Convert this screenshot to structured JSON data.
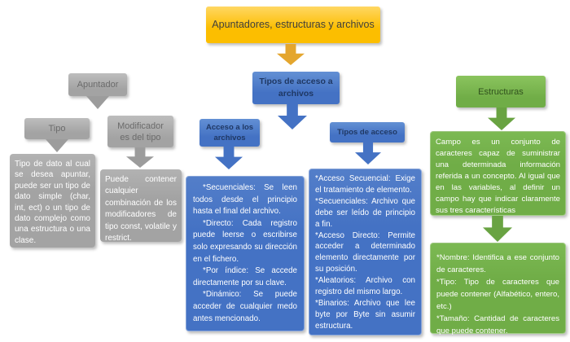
{
  "colors": {
    "background": "#ffffff",
    "yellow": "#fcbe00",
    "yellow_light": "#ffd763",
    "yellow_arrow": "#e4a62e",
    "yellow_title_text": "#403f3b",
    "gray": "#a3a3a3",
    "gray_light": "#bdbdbd",
    "gray_arrow": "#9c9c9c",
    "gray_header_text": "#6b6b6b",
    "blue": "#4472c4",
    "blue_light": "#6390d4",
    "blue_arrow": "#4472c4",
    "blue_header_text": "#1f3864",
    "green": "#70ad47",
    "green_light": "#8bc45e",
    "green_arrow": "#69a342",
    "green_header_text": "#30511d",
    "body_text": "#ffffff"
  },
  "title": {
    "label": "Apuntadores, estructuras y archivos"
  },
  "apuntador": {
    "header": "Apuntador",
    "tipo": {
      "header": "Tipo",
      "body": "Tipo de dato al cual se desea apuntar, puede ser un tipo de dato simple (char, int, ect) o un tipo de dato complejo como una estructura o una clase."
    },
    "modificadores": {
      "header_line1": "Modificador",
      "header_line2": "es del tipo",
      "body": "Puede contener cualquier combinación de los modificadores de tipo const, volatile y restrict."
    }
  },
  "archivos": {
    "header": "Tipos de acceso a archivos",
    "acceso": {
      "header": "Acceso a los archivos",
      "paragraphs": [
        "*Secuenciales: Se leen todos desde el principio hasta el final del archivo.",
        "*Directo: Cada registro puede leerse o escribirse solo expresando su dirección en el fichero.",
        "*Por índice: Se accede directamente por su clave.",
        "*Dinámico: Se puede acceder de cualquier medo antes mencionado."
      ]
    },
    "tipos": {
      "header": "Tipos de acceso",
      "paragraphs": [
        "*Acceso Secuencial: Exige el tratamiento de elemento.",
        "*Secuenciales: Archivo que debe ser leído de principio a fin.",
        "*Acceso Directo: Permite acceder a determinado elemento directamente por su posición.",
        "*Aleatorios: Archivo con registro del mismo largo.",
        "*Binarios: Archivo que lee byte por Byte sin asumir estructura."
      ]
    }
  },
  "estructuras": {
    "header": "Estructuras",
    "campo_body": "Campo es un conjunto de caracteres capaz de suministrar una determinada información referida a un concepto. Al igual que en las variables, al definir un campo hay que indicar claramente sus tres características",
    "caracteristicas": [
      "*Nombre: Identifica a ese conjunto de caracteres.",
      "*Tipo: Tipo de caracteres que puede contener (Alfabético, entero, etc.)",
      "*Tamaño: Cantidad de caracteres que puede contener."
    ]
  }
}
